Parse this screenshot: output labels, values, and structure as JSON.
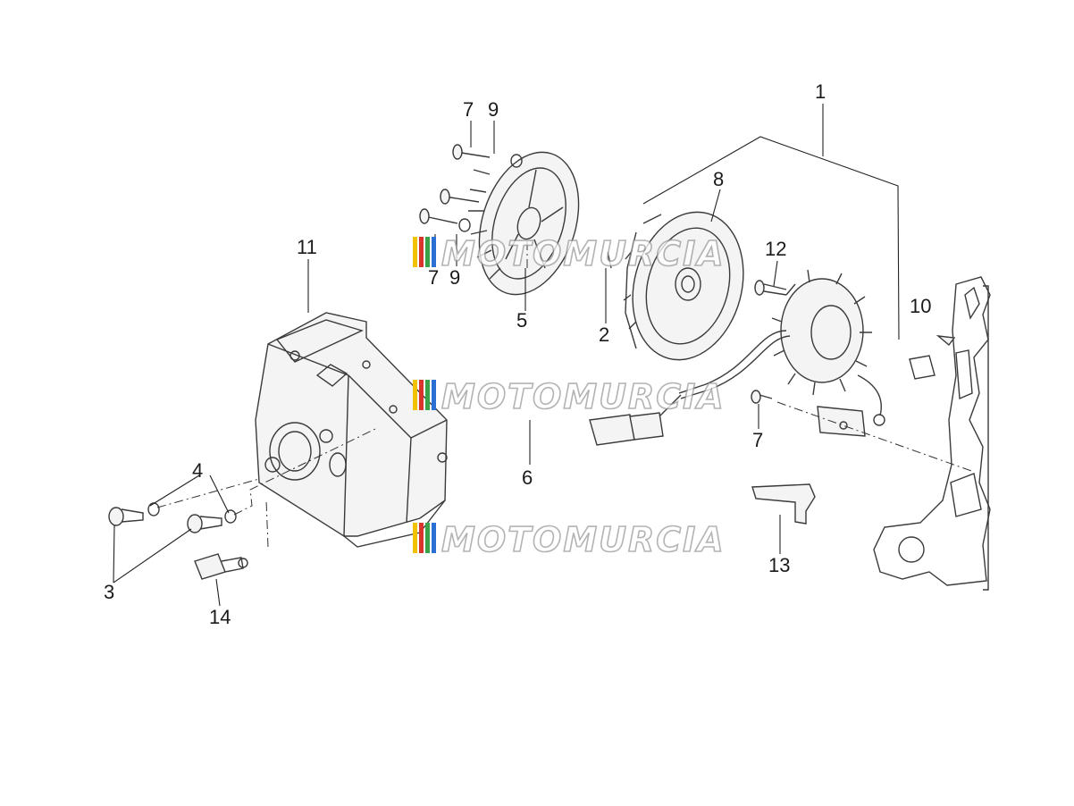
{
  "callouts": {
    "c1": "1",
    "c2": "2",
    "c3": "3",
    "c4": "4",
    "c5": "5",
    "c6": "6",
    "c7a": "7",
    "c7b": "7",
    "c7c": "7",
    "c8": "8",
    "c9a": "9",
    "c9b": "9",
    "c10": "10",
    "c11": "11",
    "c12": "12",
    "c13": "13",
    "c14": "14"
  },
  "watermark": {
    "text": "MOTOMURCIA",
    "colors": [
      "#f2c200",
      "#d9342b",
      "#3aa34a",
      "#2a6fd1"
    ]
  }
}
